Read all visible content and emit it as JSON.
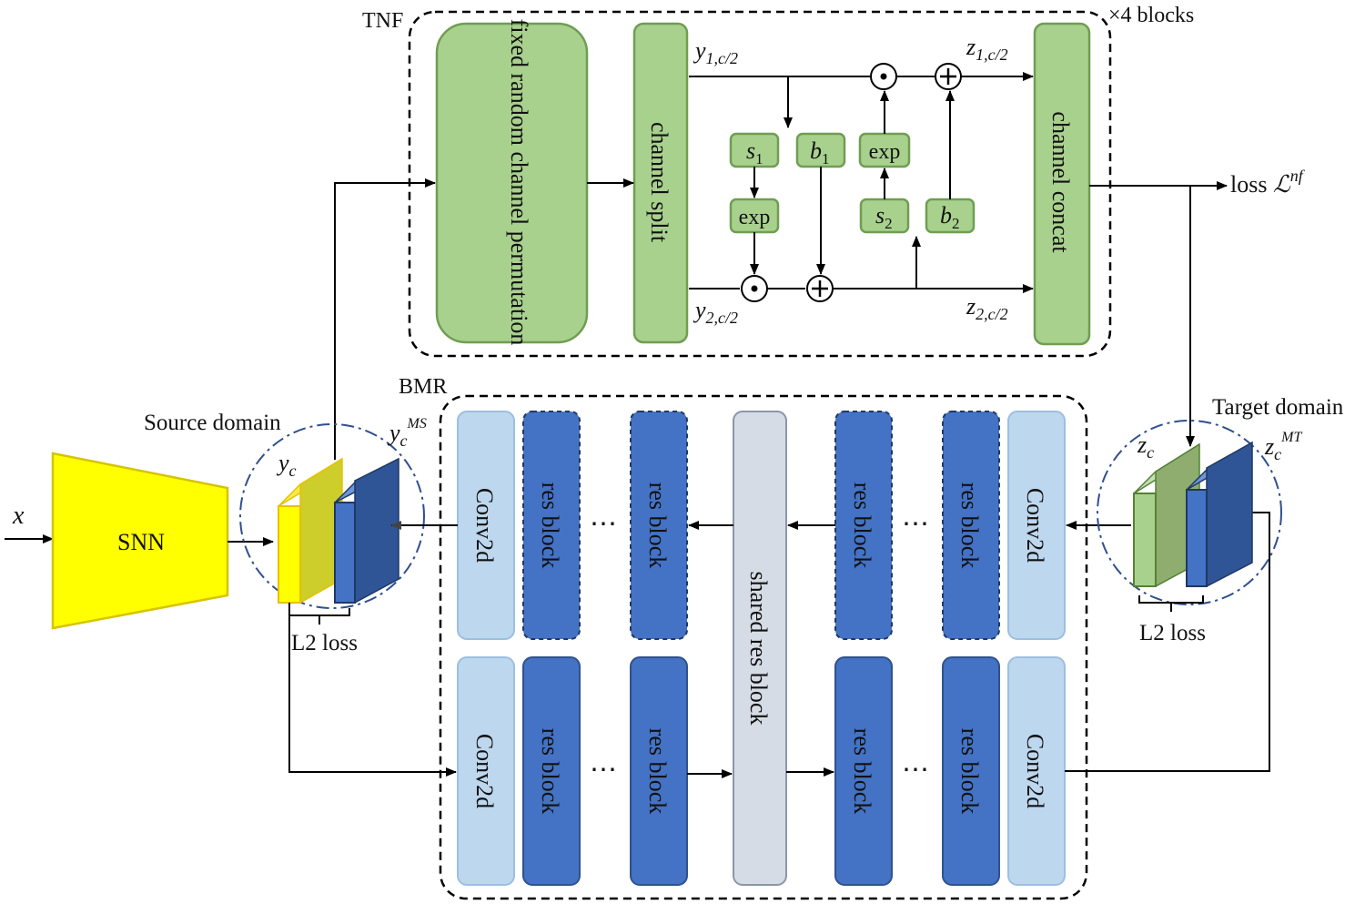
{
  "modules": {
    "tnf": "TNF",
    "bmr": "BMR",
    "blocks_note": "×4 blocks"
  },
  "tnf": {
    "permutation": "fixed random channel permutation",
    "split": "channel split",
    "concat": "channel concat",
    "s1": "s",
    "s1_sub": "1",
    "b1": "b",
    "b1_sub": "1",
    "s2": "s",
    "s2_sub": "2",
    "b2": "b",
    "b2_sub": "2",
    "exp": "exp",
    "y1": "y",
    "y1_sub": "1,c/2",
    "y2": "y",
    "y2_sub": "2,c/2",
    "z1": "z",
    "z1_sub": "1,c/2",
    "z2": "z",
    "z2_sub": "2,c/2",
    "mul_symbol": "⊙",
    "add_symbol": "⊕",
    "loss": "loss ",
    "loss_symbol": "ℒ",
    "loss_sup": "nf"
  },
  "source": {
    "title": "Source domain",
    "x": "x",
    "snn": "SNN",
    "yc": "y",
    "yc_sub": "c",
    "ycms": "y",
    "ycms_sub": "c",
    "ycms_sup": "MS",
    "l2": "L2 loss"
  },
  "target": {
    "title": "Target domain",
    "zc": "z",
    "zc_sub": "c",
    "zcmt": "z",
    "zcmt_sub": "c",
    "zcmt_sup": "MT",
    "l2": "L2 loss"
  },
  "bmr": {
    "conv": "Conv2d",
    "res": "res block",
    "shared": "shared res block",
    "dots": "⋯"
  },
  "colors": {
    "green": "#a9d18e",
    "light_blue": "#bdd7ee",
    "dark_blue": "#4472c4",
    "grey": "#d6dce5",
    "yellow": "#ffff00"
  }
}
